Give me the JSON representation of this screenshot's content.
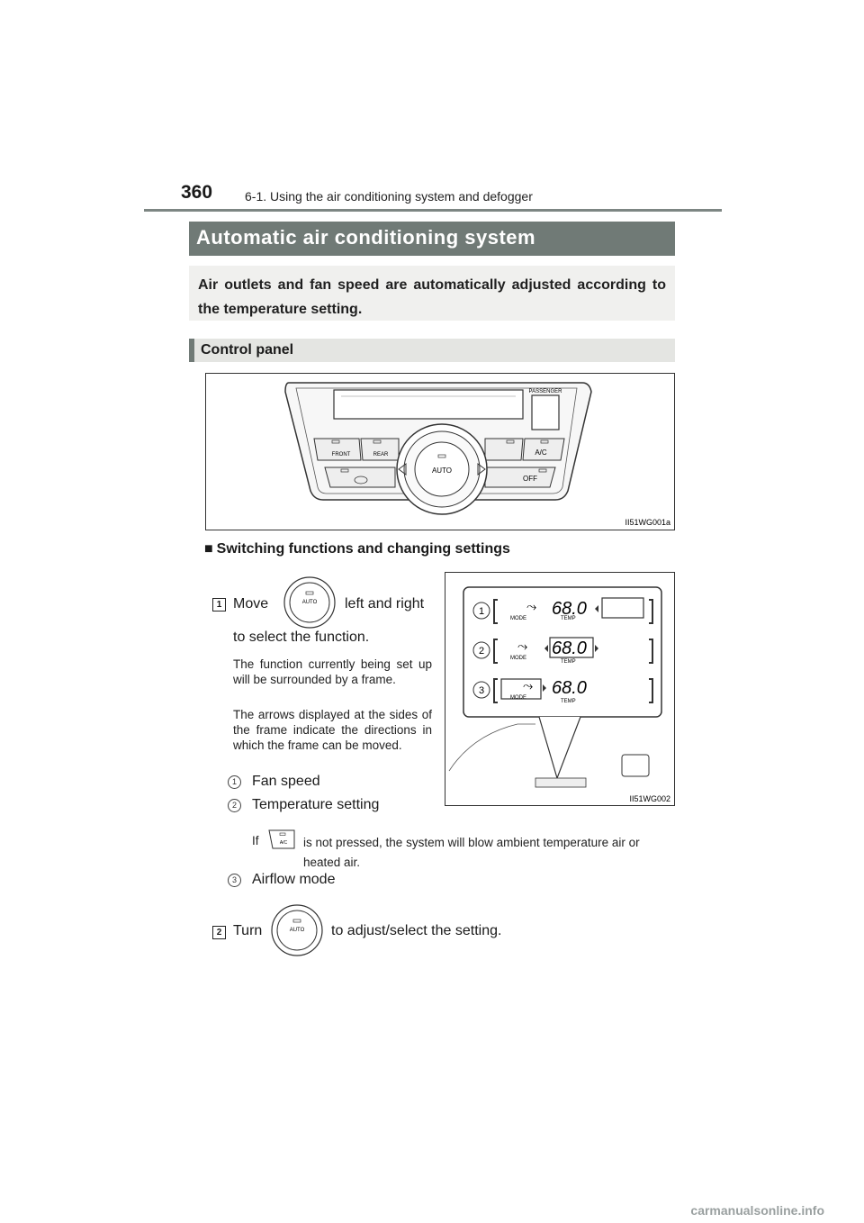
{
  "header": {
    "page_number": "360",
    "section_title": "6-1. Using the air conditioning system and defogger"
  },
  "main_title": "Automatic air conditioning system",
  "intro": "Air outlets and fan speed are automatically adjusted according to the temperature setting.",
  "control_panel": {
    "heading": "Control panel",
    "figure_code": "II51WG001a",
    "labels": {
      "passenger": "PASSENGER",
      "front": "FRONT",
      "rear": "REAR",
      "auto": "AUTO",
      "ac": "A/C",
      "off": "OFF"
    }
  },
  "switching": {
    "heading": "Switching functions and changing settings",
    "step1": {
      "badge": "1",
      "text_move": "Move",
      "text_lr": "left and right",
      "text_select": "to select the function.",
      "note1": "The function currently being set up will be surrounded by a frame.",
      "note2": "The arrows displayed at the sides of the frame indicate the directions in which the frame can be moved.",
      "items": [
        {
          "num": "1",
          "label": "Fan speed"
        },
        {
          "num": "2",
          "label": "Temperature setting"
        }
      ],
      "ac_note_before": "If",
      "ac_note_after": "is not pressed, the system will blow ambient temperature air or heated air.",
      "item3": {
        "num": "3",
        "label": "Airflow mode"
      }
    },
    "step2": {
      "badge": "2",
      "text_turn": "Turn",
      "text_after": "to adjust/select the setting."
    },
    "display_figure": {
      "figure_code": "II51WG002",
      "rows": [
        {
          "num": "1",
          "temp": "68.0",
          "mode": "MODE",
          "temp_label": "TEMP"
        },
        {
          "num": "2",
          "temp": "68.0",
          "mode": "MODE",
          "temp_label": "TEMP"
        },
        {
          "num": "3",
          "temp": "68.0",
          "mode": "MODE",
          "temp_label": "TEMP"
        }
      ]
    }
  },
  "watermark": "carmanualsonline.info"
}
